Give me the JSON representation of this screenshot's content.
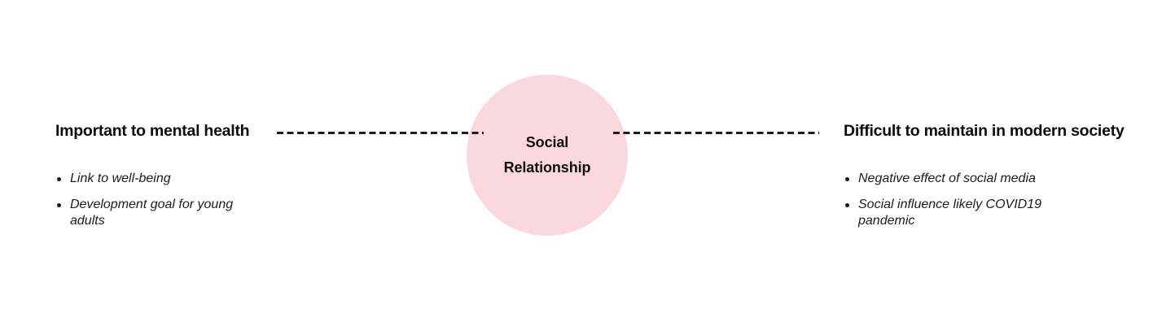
{
  "diagram": {
    "type": "concept-map",
    "center": {
      "label_line_1": "Social",
      "label_line_2": "Relationship",
      "fill_color": "#fbd7de"
    },
    "connectors": {
      "style": "dashed",
      "color": "#1d1d1d"
    },
    "branches": [
      {
        "side": "left",
        "heading": "Important to mental health",
        "items": [
          "Link to well-being",
          "Development goal for young adults"
        ]
      },
      {
        "side": "right",
        "heading": "Difficult to maintain in modern society",
        "items": [
          "Negative effect of social media",
          "Social influence likely COVID19 pandemic"
        ]
      }
    ]
  }
}
